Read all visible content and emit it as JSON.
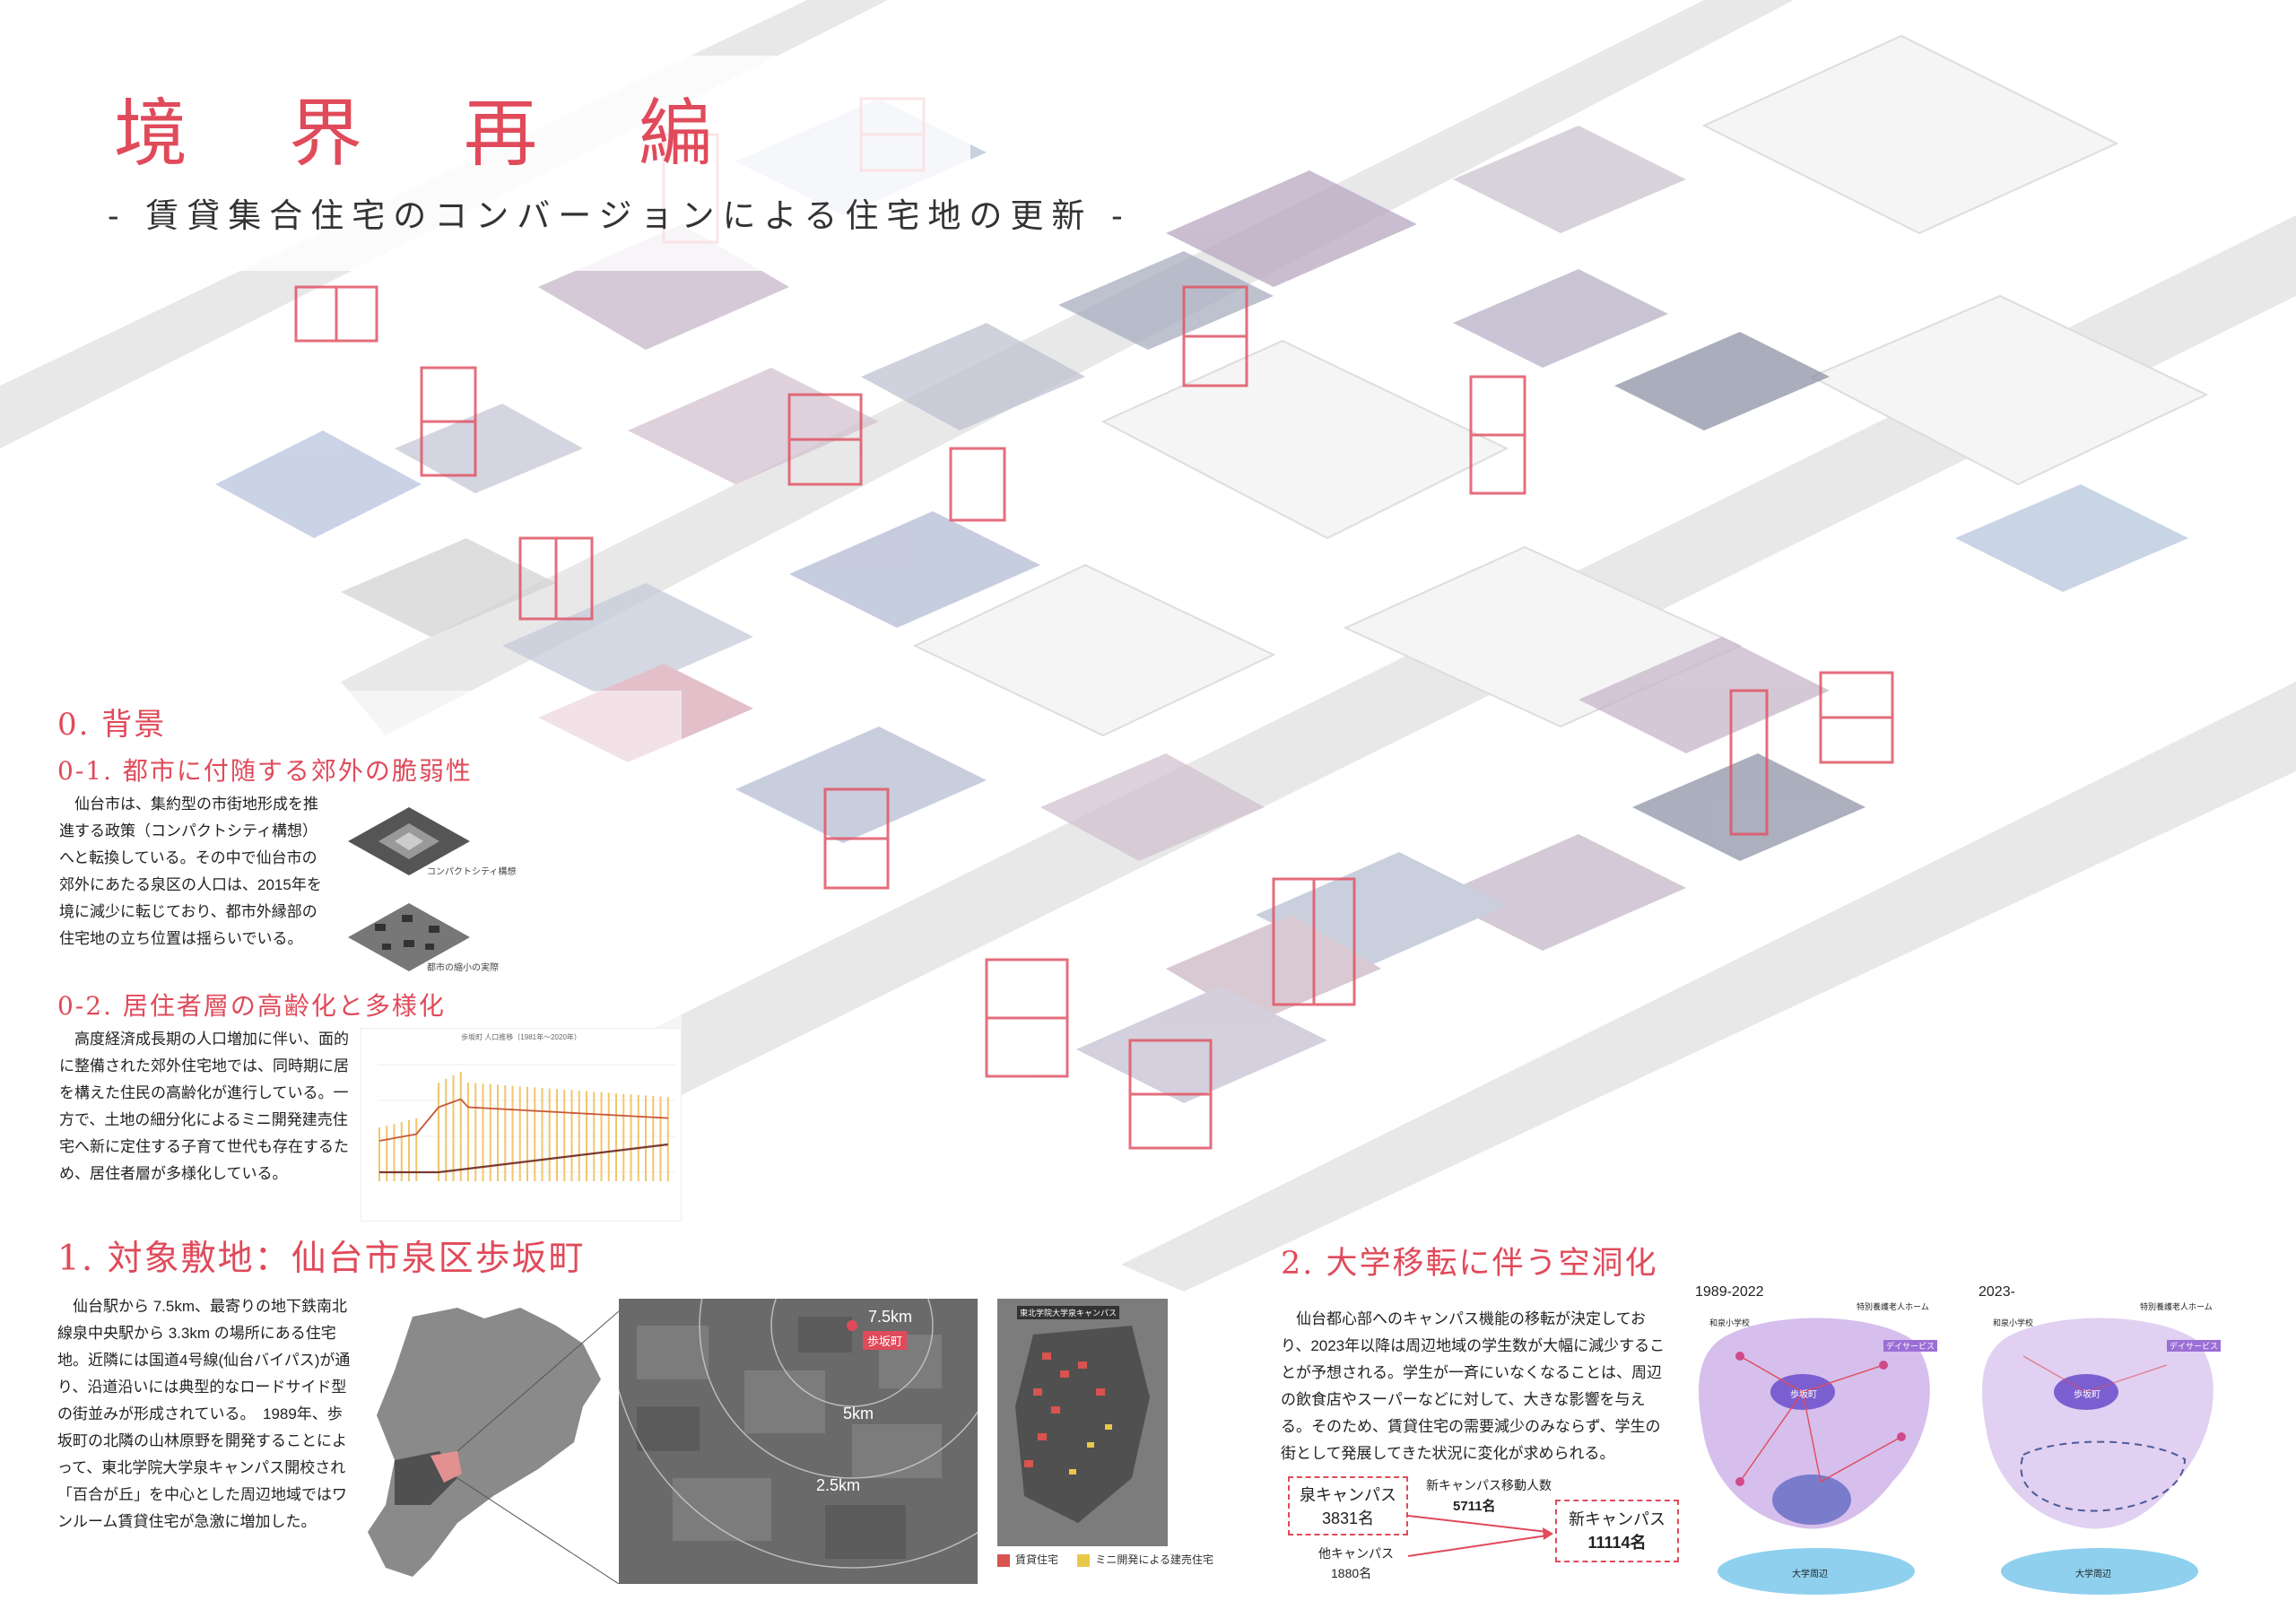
{
  "title": {
    "main": [
      "境",
      "界",
      "再",
      "編"
    ],
    "subtitle": "- 賃貸集合住宅のコンバージョンによる住宅地の更新 -"
  },
  "background": {
    "heading": "0. 背景",
    "sub1": {
      "heading": "0-1. 都市に付随する郊外の脆弱性",
      "text": "仙台市は、集約型の市街地形成を推進する政策（コンパクトシティ構想）へと転換している。その中で仙台市の郊外にあたる泉区の人口は、2015年を境に減少に転じており、都市外縁部の住宅地の立ち位置は揺らいでいる。",
      "diagram_label_1": "コンパクトシティ構想",
      "diagram_label_2": "都市の縮小の実際"
    },
    "sub2": {
      "heading": "0-2. 居住者層の高齢化と多様化",
      "text": "高度経済成長期の人口増加に伴い、面的に整備された郊外住宅地では、同時期に居を構えた住民の高齢化が進行している。一方で、土地の細分化によるミニ開発建売住宅へ新に定住する子育て世代も存在するため、居住者層が多様化している。",
      "chart_title": "歩坂町 人口推移（1981年〜2020年）"
    }
  },
  "site": {
    "heading": "1. 対象敷地：仙台市泉区歩坂町",
    "text": "仙台駅から 7.5km、最寄りの地下鉄南北線泉中央駅から 3.3km の場所にある住宅地。近隣には国道4号線(仙台バイパス)が通り、沿道沿いには典型的なロードサイド型の街並みが形成されている。　1989年、歩坂町の北隣の山林原野を開発することによって、東北学院大学泉キャンパス開校され「百合が丘」を中心とした周辺地域ではワンルーム賃貸住宅が急激に増加した。",
    "map_labels": {
      "r1": "7.5km",
      "r2": "5km",
      "r3": "2.5km",
      "pin": "歩坂町"
    },
    "plan_labels": [
      "東北学院大学泉キャンパス"
    ],
    "legend": [
      {
        "label": "賃貸住宅",
        "color": "#d9534f"
      },
      {
        "label": "ミニ開発による建売住宅",
        "color": "#e8c84a"
      }
    ]
  },
  "relocation": {
    "heading": "2. 大学移転に伴う空洞化",
    "text": "仙台都心部へのキャンパス機能の移転が決定しており、2023年以降は周辺地域の学生数が大幅に減少することが予想される。学生が一斉にいなくなることは、周辺の飲食店やスーパーなどに対して、大きな影響を与える。そのため、賃貸住宅の需要減少のみならず、学生の街として発展してきた状況に変化が求められる。",
    "flow": {
      "izumi_label": "泉キャンパス",
      "izumi_value": "3831名",
      "other_label": "他キャンパス",
      "other_value": "1880名",
      "move_label": "新キャンパス移動人数",
      "move_value": "5711名",
      "new_label": "新キャンパス",
      "new_value": "11114名"
    },
    "diagram_periods": [
      "1989-2022",
      "2023-"
    ],
    "diagram_labels": {
      "top_right": "特別養護老人ホーム",
      "school": "和泉小学校",
      "station": "歩坂町",
      "day_service": "デイサービス",
      "bottom": "大学周辺"
    }
  },
  "colors": {
    "accent": "#e04a5a",
    "chart_bar": "#f2c56b",
    "chart_line": "#7a3b2e"
  }
}
